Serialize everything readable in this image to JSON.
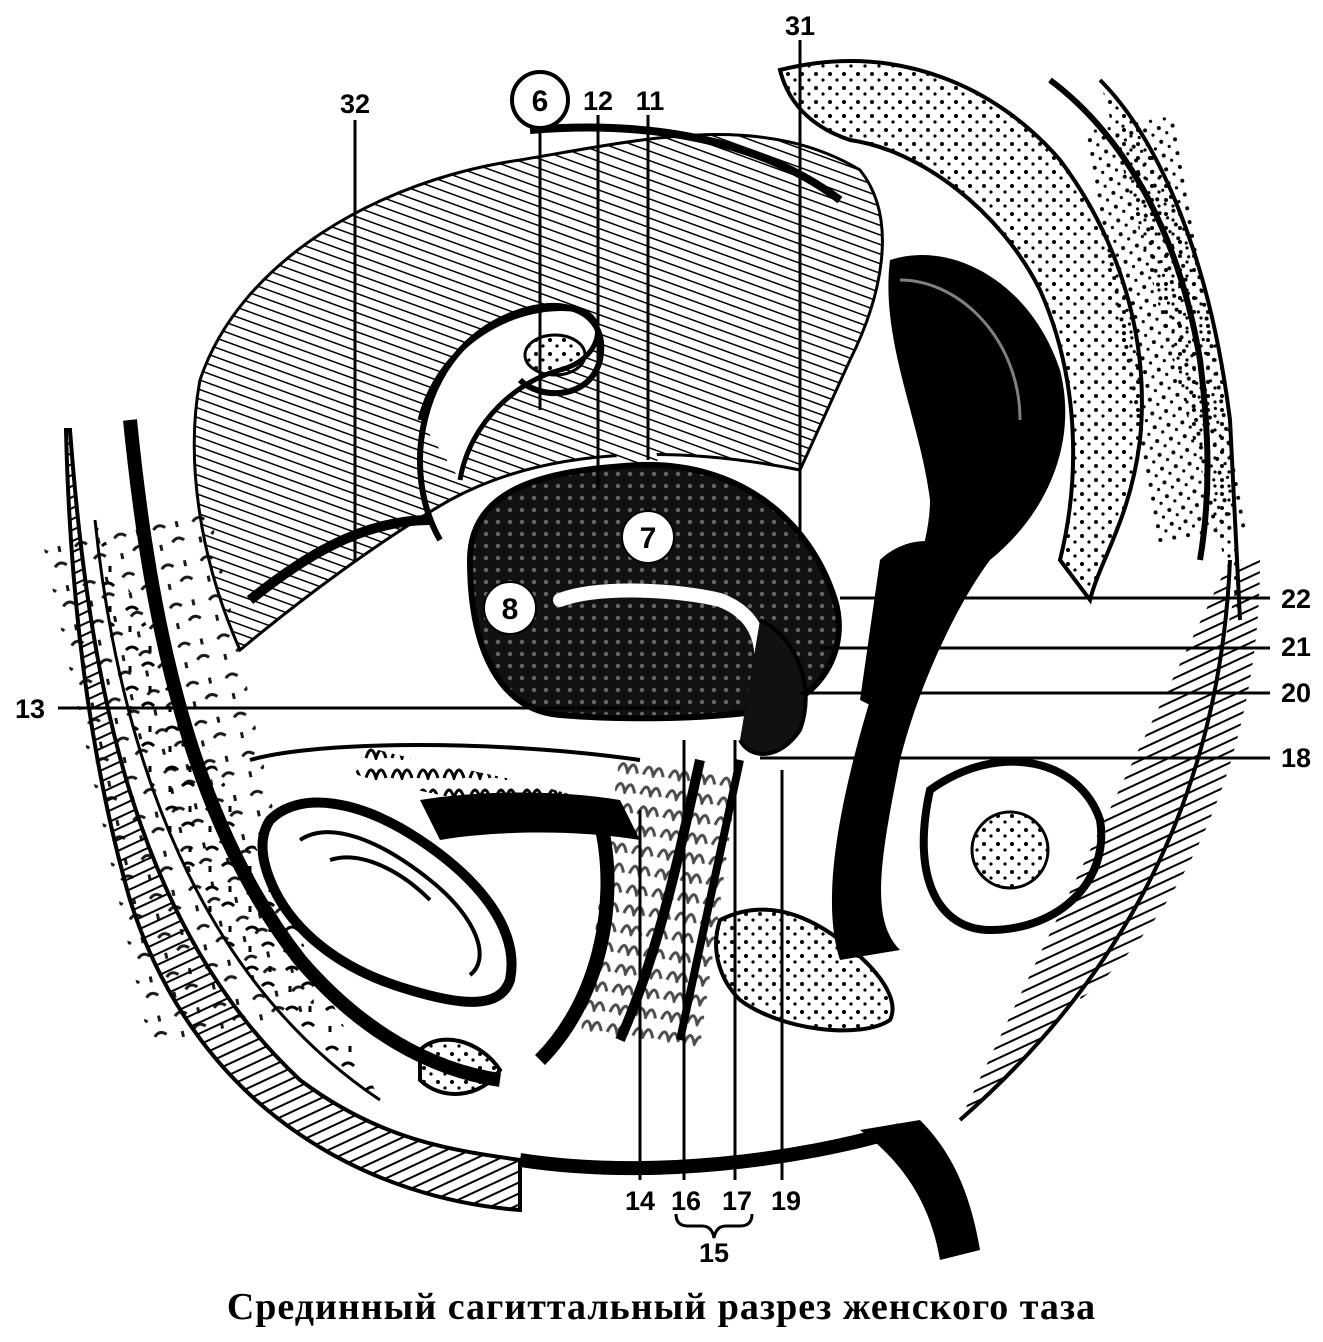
{
  "caption": "Срединный сагиттальный разрез женского таза",
  "labels": {
    "l6": "6",
    "l7": "7",
    "l8": "8",
    "l11": "11",
    "l12": "12",
    "l13": "13",
    "l14": "14",
    "l15": "15",
    "l16": "16",
    "l17": "17",
    "l18": "18",
    "l19": "19",
    "l20": "20",
    "l21": "21",
    "l22": "22",
    "l31": "31",
    "l32": "32"
  }
}
